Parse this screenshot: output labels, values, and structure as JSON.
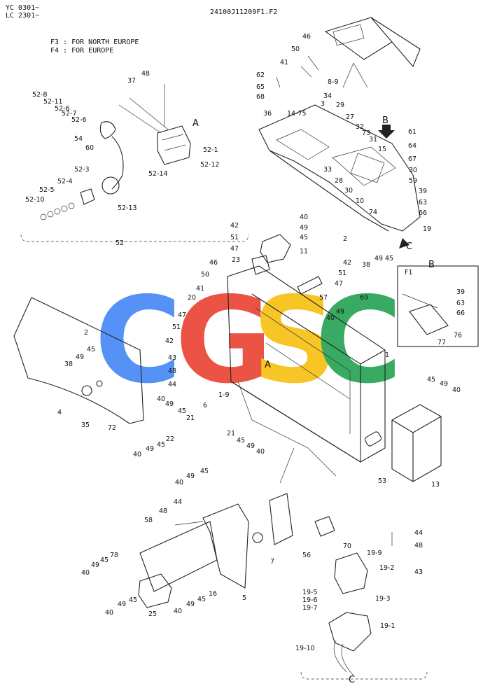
{
  "header": {
    "serial_line_1": "YC 0301~",
    "serial_line_2": "LC 2301~",
    "drawing_code": "24100J11209F1.F2",
    "note_f3": "F3 : FOR NORTH EUROPE",
    "note_f4": "F4 : FOR EUROPE"
  },
  "callouts": {
    "detail_a": "A",
    "detail_b": "B",
    "detail_c": "C",
    "detail_b_title": "B",
    "detail_f1": "F1",
    "group_52": "52",
    "group_c_bottom": "C"
  },
  "watermark": {
    "letters": [
      "C",
      "G",
      "S",
      "C"
    ],
    "colors": [
      "#4d8df5",
      "#ea4a3b",
      "#f7c21a",
      "#2ea65a"
    ]
  },
  "labels": [
    {
      "id": "p46a",
      "text": "46"
    },
    {
      "id": "p50a",
      "text": "50"
    },
    {
      "id": "p41a",
      "text": "41"
    },
    {
      "id": "p89",
      "text": "8-9"
    },
    {
      "id": "p62",
      "text": "62"
    },
    {
      "id": "p65",
      "text": "65"
    },
    {
      "id": "p68",
      "text": "68"
    },
    {
      "id": "p36",
      "text": "36"
    },
    {
      "id": "p1475",
      "text": "14-75"
    },
    {
      "id": "p34",
      "text": "34"
    },
    {
      "id": "p3",
      "text": "3"
    },
    {
      "id": "p29",
      "text": "29"
    },
    {
      "id": "p27",
      "text": "27"
    },
    {
      "id": "p32",
      "text": "32"
    },
    {
      "id": "p73",
      "text": "73"
    },
    {
      "id": "p31",
      "text": "31"
    },
    {
      "id": "p61",
      "text": "61"
    },
    {
      "id": "p15",
      "text": "15"
    },
    {
      "id": "p64",
      "text": "64"
    },
    {
      "id": "p67",
      "text": "67"
    },
    {
      "id": "p33",
      "text": "33"
    },
    {
      "id": "p30a",
      "text": "30"
    },
    {
      "id": "p28",
      "text": "28"
    },
    {
      "id": "p59",
      "text": "59"
    },
    {
      "id": "p30b",
      "text": "30"
    },
    {
      "id": "p10",
      "text": "10"
    },
    {
      "id": "p39a",
      "text": "39"
    },
    {
      "id": "p63a",
      "text": "63"
    },
    {
      "id": "p66a",
      "text": "66"
    },
    {
      "id": "p74",
      "text": "74"
    },
    {
      "id": "p19",
      "text": "19"
    },
    {
      "id": "p2",
      "text": "2"
    },
    {
      "id": "p48a",
      "text": "48"
    },
    {
      "id": "p37",
      "text": "37"
    },
    {
      "id": "p528",
      "text": "52-8"
    },
    {
      "id": "p5211",
      "text": "52-11"
    },
    {
      "id": "p526a",
      "text": "52-6"
    },
    {
      "id": "p527",
      "text": "52-7"
    },
    {
      "id": "p526b",
      "text": "52-6"
    },
    {
      "id": "p54",
      "text": "54"
    },
    {
      "id": "p60",
      "text": "60"
    },
    {
      "id": "p521",
      "text": "52-1"
    },
    {
      "id": "p5214",
      "text": "52-14"
    },
    {
      "id": "p5212",
      "text": "52-12"
    },
    {
      "id": "p523",
      "text": "52-3"
    },
    {
      "id": "p525",
      "text": "52-5"
    },
    {
      "id": "p524",
      "text": "52-4"
    },
    {
      "id": "p5210",
      "text": "52-10"
    },
    {
      "id": "p5213",
      "text": "52-13"
    },
    {
      "id": "p40a",
      "text": "40"
    },
    {
      "id": "p42a",
      "text": "42"
    },
    {
      "id": "p49a",
      "text": "49"
    },
    {
      "id": "p51a",
      "text": "51"
    },
    {
      "id": "p45a",
      "text": "45"
    },
    {
      "id": "p47a",
      "text": "47"
    },
    {
      "id": "p11",
      "text": "11"
    },
    {
      "id": "p23",
      "text": "23"
    },
    {
      "id": "p42b",
      "text": "42"
    },
    {
      "id": "p51b",
      "text": "51"
    },
    {
      "id": "p46b",
      "text": "46"
    },
    {
      "id": "p50b",
      "text": "50"
    },
    {
      "id": "p47b",
      "text": "47"
    },
    {
      "id": "p41b",
      "text": "41"
    },
    {
      "id": "p20",
      "text": "20"
    },
    {
      "id": "p57",
      "text": "57"
    },
    {
      "id": "p38a",
      "text": "38"
    },
    {
      "id": "p49b",
      "text": "49"
    },
    {
      "id": "p45b",
      "text": "45"
    },
    {
      "id": "p39b",
      "text": "39"
    },
    {
      "id": "p63b",
      "text": "63"
    },
    {
      "id": "p66b",
      "text": "66"
    },
    {
      "id": "p76",
      "text": "76"
    },
    {
      "id": "p77",
      "text": "77"
    },
    {
      "id": "p47c",
      "text": "47"
    },
    {
      "id": "p51c",
      "text": "51"
    },
    {
      "id": "p42c",
      "text": "42"
    },
    {
      "id": "p43a",
      "text": "43"
    },
    {
      "id": "p48b",
      "text": "48"
    },
    {
      "id": "p44a",
      "text": "44"
    },
    {
      "id": "p19x",
      "text": "1-9"
    },
    {
      "id": "p40b",
      "text": "40"
    },
    {
      "id": "p49c",
      "text": "49"
    },
    {
      "id": "p69",
      "text": "69"
    },
    {
      "id": "p1",
      "text": "1"
    },
    {
      "id": "p4",
      "text": "4"
    },
    {
      "id": "p38b",
      "text": "38"
    },
    {
      "id": "p49d",
      "text": "49"
    },
    {
      "id": "p45c",
      "text": "45"
    },
    {
      "id": "p2x",
      "text": "2"
    },
    {
      "id": "p35",
      "text": "35"
    },
    {
      "id": "p72",
      "text": "72"
    },
    {
      "id": "p40c",
      "text": "40"
    },
    {
      "id": "p49e",
      "text": "49"
    },
    {
      "id": "p45d",
      "text": "45"
    },
    {
      "id": "p21a",
      "text": "21"
    },
    {
      "id": "p6",
      "text": "6"
    },
    {
      "id": "p22",
      "text": "22"
    },
    {
      "id": "p45e",
      "text": "45"
    },
    {
      "id": "p49f",
      "text": "49"
    },
    {
      "id": "p40d",
      "text": "40"
    },
    {
      "id": "p21b",
      "text": "21"
    },
    {
      "id": "p45f",
      "text": "45"
    },
    {
      "id": "p49g",
      "text": "49"
    },
    {
      "id": "p40e",
      "text": "40"
    },
    {
      "id": "p40f",
      "text": "40"
    },
    {
      "id": "p49h",
      "text": "49"
    },
    {
      "id": "p45g",
      "text": "45"
    },
    {
      "id": "p45h",
      "text": "45"
    },
    {
      "id": "p49i",
      "text": "49"
    },
    {
      "id": "p40g",
      "text": "40"
    },
    {
      "id": "p13",
      "text": "13"
    },
    {
      "id": "p53",
      "text": "53"
    },
    {
      "id": "p44b",
      "text": "44"
    },
    {
      "id": "p48c",
      "text": "48"
    },
    {
      "id": "p58",
      "text": "58"
    },
    {
      "id": "p7",
      "text": "7"
    },
    {
      "id": "p56",
      "text": "56"
    },
    {
      "id": "p70",
      "text": "70"
    },
    {
      "id": "p44c",
      "text": "44"
    },
    {
      "id": "p48d",
      "text": "48"
    },
    {
      "id": "p43b",
      "text": "43"
    },
    {
      "id": "p78",
      "text": "78"
    },
    {
      "id": "p49j",
      "text": "49"
    },
    {
      "id": "p45i",
      "text": "45"
    },
    {
      "id": "p40h",
      "text": "40"
    },
    {
      "id": "p40i",
      "text": "40"
    },
    {
      "id": "p49k",
      "text": "49"
    },
    {
      "id": "p45j",
      "text": "45"
    },
    {
      "id": "p25",
      "text": "25"
    },
    {
      "id": "p16",
      "text": "16"
    },
    {
      "id": "p45k",
      "text": "45"
    },
    {
      "id": "p49l",
      "text": "49"
    },
    {
      "id": "p40j",
      "text": "40"
    },
    {
      "id": "p5",
      "text": "5"
    },
    {
      "id": "p199",
      "text": "19-9"
    },
    {
      "id": "p192",
      "text": "19-2"
    },
    {
      "id": "p193",
      "text": "19-3"
    },
    {
      "id": "p195",
      "text": "19-5"
    },
    {
      "id": "p196",
      "text": "19-6"
    },
    {
      "id": "p197",
      "text": "19-7"
    },
    {
      "id": "p191",
      "text": "19-1"
    },
    {
      "id": "p1910",
      "text": "19-10"
    }
  ]
}
